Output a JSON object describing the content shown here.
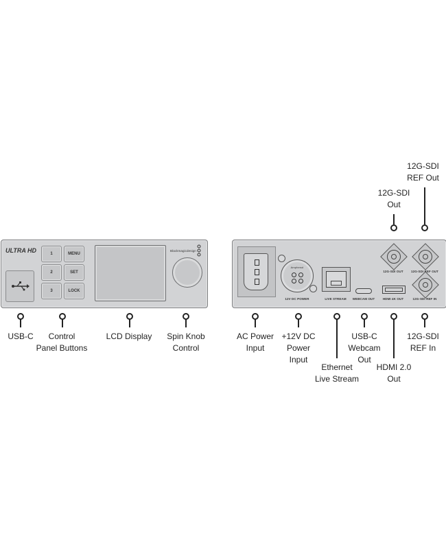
{
  "front_panel": {
    "brand": "ULTRA HD",
    "maker": "Blackmagicdesign",
    "buttons": [
      "1",
      "MENU",
      "2",
      "SET",
      "3",
      "LOCK"
    ]
  },
  "rear_panel": {
    "connectors": {
      "dc_brand": "Amphenol",
      "dc": "12V DC POWER",
      "ethernet": "LIVE STREAM",
      "webcam": "WEBCAM OUT",
      "hdmi": "HDMI 4K OUT",
      "sdi_out": "12G-SDI OUT",
      "sdi_ref_out": "12G-SDI REF OUT",
      "sdi_ref_in": "12G-SDI REF IN"
    }
  },
  "callouts": {
    "usb_c": [
      "USB-C"
    ],
    "control_panel_buttons": [
      "Control",
      "Panel Buttons"
    ],
    "lcd_display": [
      "LCD Display"
    ],
    "spin_knob": [
      "Spin Knob",
      "Control"
    ],
    "ac_power": [
      "AC Power",
      "Input"
    ],
    "dc_power": [
      "+12V DC",
      "Power",
      "Input"
    ],
    "ethernet": [
      "Ethernet",
      "Live Stream"
    ],
    "usbc_webcam": [
      "USB-C",
      "Webcam",
      "Out"
    ],
    "hdmi": [
      "HDMI 2.0",
      "Out"
    ],
    "sdi_ref_in": [
      "12G-SDI",
      "REF In"
    ],
    "sdi_out": [
      "12G-SDI",
      "Out"
    ],
    "sdi_ref_out": [
      "12G-SDI",
      "REF Out"
    ]
  }
}
